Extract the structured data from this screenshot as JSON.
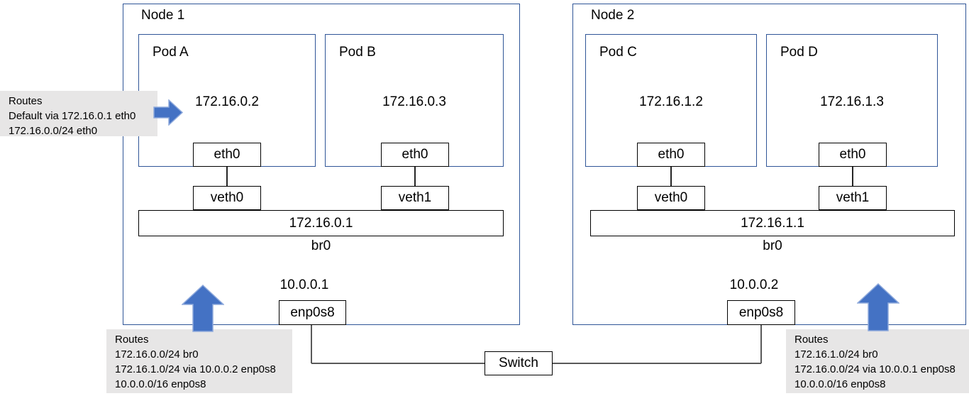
{
  "colors": {
    "node_border": "#2f5597",
    "box_border": "#000000",
    "arrow_fill": "#4472c4",
    "arrow_outline": "#8faadc",
    "routes_bg": "#e7e6e6",
    "wire": "#595959",
    "text": "#000000"
  },
  "nodes": [
    {
      "title": "Node 1",
      "pods": [
        {
          "name": "Pod A",
          "ip": "172.16.0.2",
          "iface": "eth0"
        },
        {
          "name": "Pod B",
          "ip": "172.16.0.3",
          "iface": "eth0"
        }
      ],
      "veths": [
        "veth0",
        "veth1"
      ],
      "bridge": {
        "ip": "172.16.0.1",
        "label": "br0"
      },
      "nic": {
        "ip": "10.0.0.1",
        "label": "enp0s8"
      }
    },
    {
      "title": "Node 2",
      "pods": [
        {
          "name": "Pod C",
          "ip": "172.16.1.2",
          "iface": "eth0"
        },
        {
          "name": "Pod D",
          "ip": "172.16.1.3",
          "iface": "eth0"
        }
      ],
      "veths": [
        "veth0",
        "veth1"
      ],
      "bridge": {
        "ip": "172.16.1.1",
        "label": "br0"
      },
      "nic": {
        "ip": "10.0.0.2",
        "label": "enp0s8"
      }
    }
  ],
  "switch_label": "Switch",
  "routes": {
    "pod_a": {
      "title": "Routes",
      "lines": [
        "Default via 172.16.0.1 eth0",
        "172.16.0.0/24 eth0"
      ]
    },
    "node1": {
      "title": "Routes",
      "lines": [
        "172.16.0.0/24 br0",
        "172.16.1.0/24 via 10.0.0.2 enp0s8",
        "10.0.0.0/16 enp0s8"
      ]
    },
    "node2": {
      "title": "Routes",
      "lines": [
        "172.16.1.0/24 br0",
        "172.16.0.0/24 via 10.0.0.1 enp0s8",
        "10.0.0.0/16 enp0s8"
      ]
    }
  }
}
